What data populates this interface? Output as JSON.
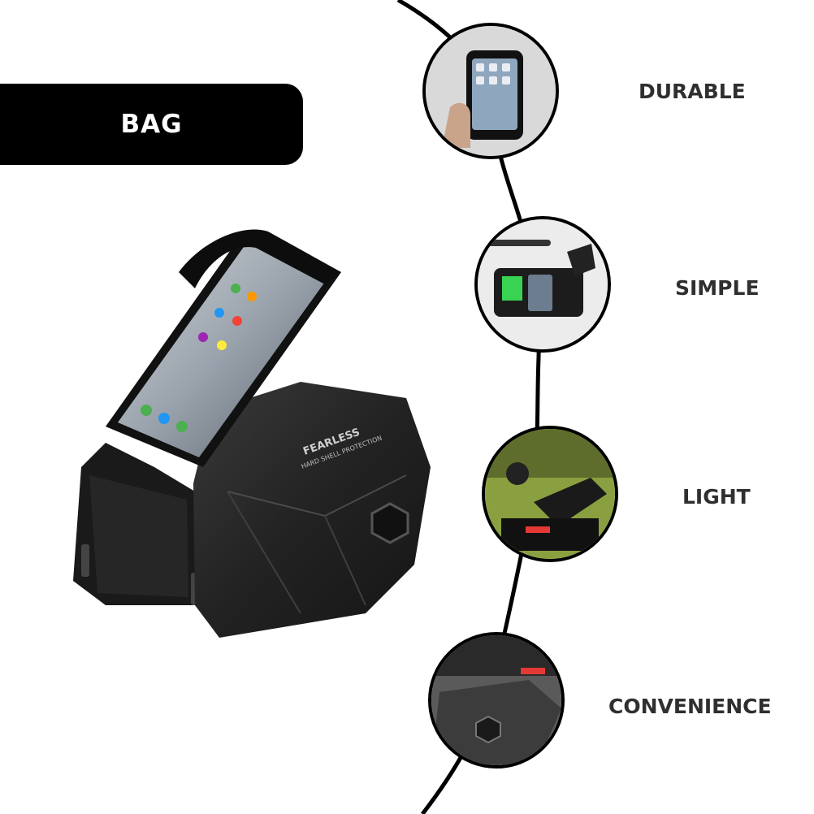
{
  "tag": {
    "label": "BAG"
  },
  "product": {
    "brand_text": "FEARLESS",
    "sub_text": "HARD SHELL PROTECTION"
  },
  "features": [
    {
      "label": "DURABLE",
      "image_icon": "phone-in-hand-photo"
    },
    {
      "label": "SIMPLE",
      "image_icon": "bike-cockpit-photo"
    },
    {
      "label": "LIGHT",
      "image_icon": "bag-on-bike-photo"
    },
    {
      "label": "CONVENIENCE",
      "image_icon": "hard-shell-closeup-photo"
    }
  ],
  "colors": {
    "tag_bg": "#000000",
    "tag_text": "#ffffff",
    "label_text": "#2f2f2f",
    "product_body": "#1f1f1f"
  }
}
